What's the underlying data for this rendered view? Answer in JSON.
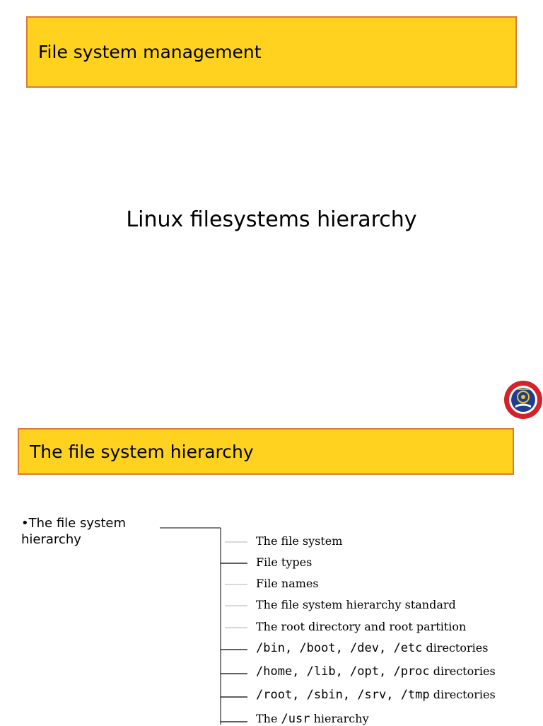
{
  "slide1": {
    "title": "File system management",
    "subtitle": "Linux filesystems hierarchy"
  },
  "slide2": {
    "title": "The file system hierarchy",
    "root_label": "•The file system hierarchy",
    "items": [
      {
        "code": "",
        "text": "The file system"
      },
      {
        "code": "",
        "text": "File types"
      },
      {
        "code": "",
        "text": "File names"
      },
      {
        "code": "",
        "text": "The file system hierarchy standard"
      },
      {
        "code": "",
        "text": "The root directory and root partition"
      },
      {
        "code": "/bin, /boot, /dev, /etc",
        "text": " directories"
      },
      {
        "code": "/home, /lib, /opt, /proc",
        "text": " directories"
      },
      {
        "code": "/root, /sbin, /srv, /tmp",
        "text": " directories"
      },
      {
        "prefix": "The ",
        "code": "/usr",
        "text": " hierarchy"
      }
    ]
  },
  "colors": {
    "title_fill": "#fed21f",
    "title_border": "#dc7a36",
    "logo_red": "#d2232a",
    "logo_blue": "#1c3f94",
    "logo_gold": "#f3c318"
  },
  "icons": {
    "logo": "university-seal-icon"
  }
}
